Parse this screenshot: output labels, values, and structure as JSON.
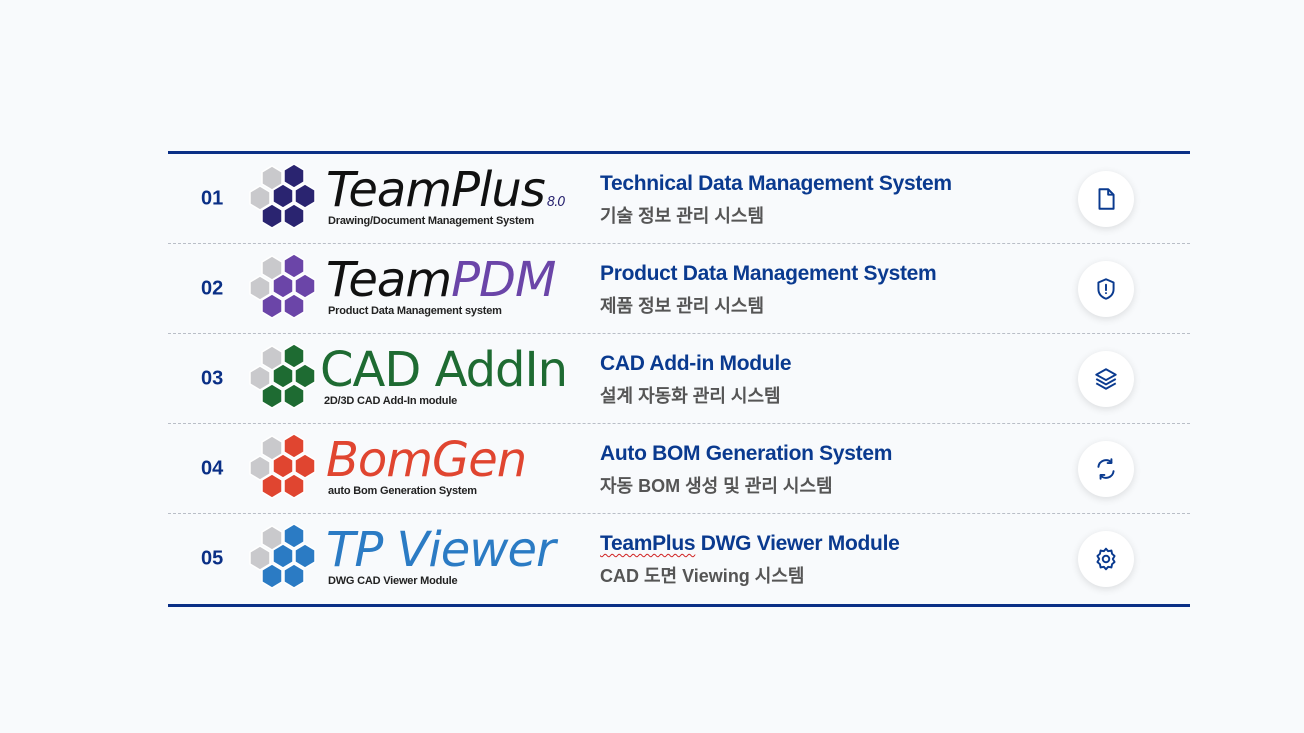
{
  "products": [
    {
      "num": "01",
      "brand": "TeamPlus",
      "version": "8.0",
      "tagline": "Drawing/Document Management System",
      "brand_color": "#2a2470",
      "brand_text_color": "#111111",
      "title": "Technical Data Management System",
      "subtitle": "기술 정보 관리 시스템",
      "icon": "document-icon"
    },
    {
      "num": "02",
      "brand_prefix": "Team",
      "brand": "PDM",
      "tagline": "Product Data Management system",
      "brand_color": "#6b45a8",
      "title": "Product Data Management System",
      "subtitle": "제품 정보 관리 시스템",
      "icon": "shield-icon"
    },
    {
      "num": "03",
      "brand": "CAD AddIn",
      "tagline": "2D/3D CAD Add-In module",
      "brand_color": "#1e6b32",
      "title": "CAD Add-in Module",
      "subtitle": "설계 자동화 관리 시스템",
      "icon": "layers-icon"
    },
    {
      "num": "04",
      "brand": "BomGen",
      "tagline": "auto Bom Generation System",
      "brand_color": "#e04530",
      "title": "Auto BOM Generation System",
      "subtitle": "자동 BOM 생성 및 관리 시스템",
      "icon": "refresh-icon"
    },
    {
      "num": "05",
      "brand": "TP Viewer",
      "tagline": "DWG CAD Viewer Module",
      "brand_color": "#2b7bc4",
      "title_prefix": "TeamPlus",
      "title": " DWG Viewer Module",
      "subtitle": "CAD 도면 Viewing 시스템",
      "icon": "gear-icon"
    }
  ],
  "colors": {
    "accent": "#0a2f86",
    "title": "#0a3a8f",
    "subtitle": "#555555"
  }
}
